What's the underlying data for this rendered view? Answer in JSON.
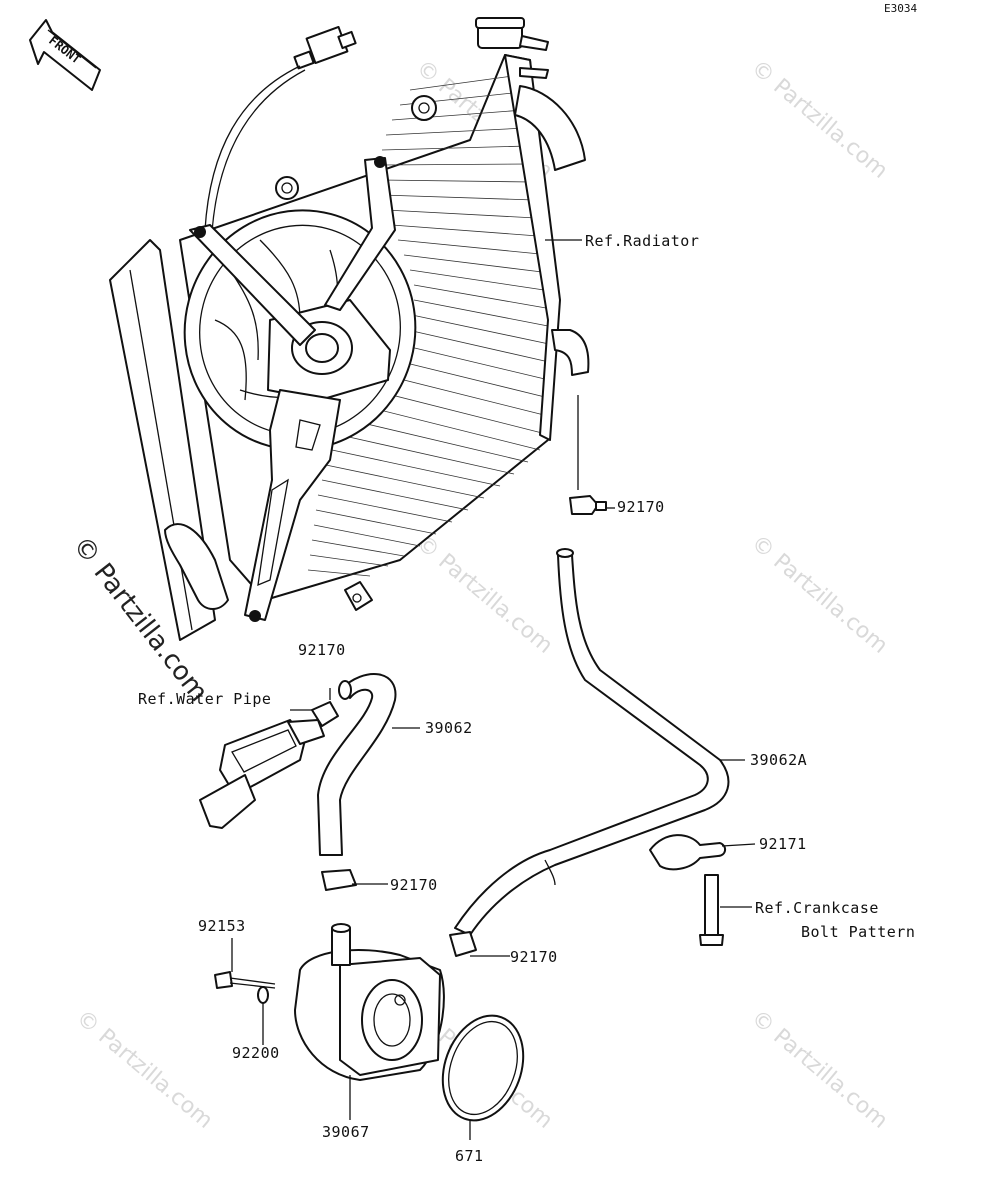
{
  "diagram_code": "E3034",
  "front_label": "FRONT",
  "watermark": "© Partzilla.com",
  "labels": {
    "ref_radiator": "Ref.Radiator",
    "p92170_a": "92170",
    "p92170_b": "92170",
    "ref_water_pipe": "Ref.Water Pipe",
    "p39062": "39062",
    "p39062A": "39062A",
    "p92171": "92171",
    "ref_crankcase_1": "Ref.Crankcase",
    "ref_crankcase_2": "Bolt Pattern",
    "p92170_c": "92170",
    "p92153": "92153",
    "p92170_d": "92170",
    "p92200": "92200",
    "p39067": "39067",
    "p671": "671"
  }
}
